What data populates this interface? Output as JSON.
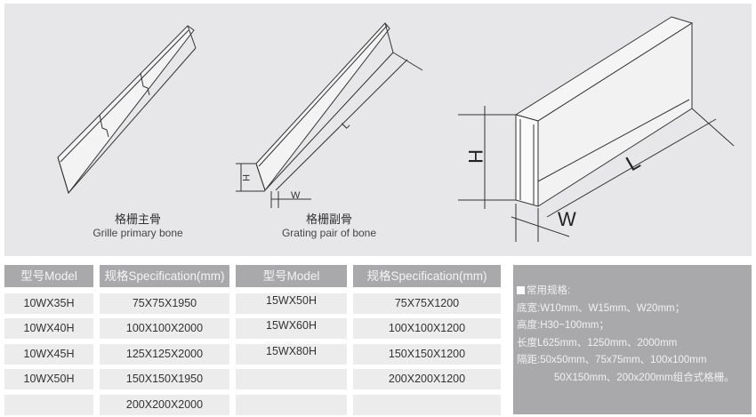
{
  "figures": [
    {
      "cn": "格栅主骨",
      "en": "Grille primary bone"
    },
    {
      "cn": "格栅副骨",
      "en": "Grating pair of bone",
      "dims": {
        "h": "H",
        "w": "W",
        "l": "L"
      }
    },
    {
      "dims": {
        "h": "H",
        "w": "W",
        "l": "L"
      }
    }
  ],
  "table1": {
    "headers": [
      "型号Model",
      "规格Specification(mm)"
    ],
    "rows": [
      [
        "10WX35H",
        "75X75X1950"
      ],
      [
        "10WX40H",
        "100X100X2000"
      ],
      [
        "10WX45H",
        "125X125X2000"
      ],
      [
        "10WX50H",
        "150X150X1950"
      ],
      [
        "",
        "200X200X2000"
      ]
    ]
  },
  "table2": {
    "headers": [
      "型号Model",
      "规格Specification(mm)"
    ],
    "rows": [
      [
        "15WX50H",
        "75X75X1200"
      ],
      [
        "15WX60H",
        "100X100X1200"
      ],
      [
        "15WX80H",
        "150X150X1200"
      ],
      [
        "",
        "200X200X1200"
      ],
      [
        "",
        ""
      ]
    ]
  },
  "info": {
    "title": "常用规格:",
    "lines": [
      "底宽:W10mm、W15mm、W20mm；",
      "高度:H30~100mm；",
      "长度L625mm、1250mm、2000mm",
      "隔距:50x50mm、75x75mm、100x100mm",
      "50X150mm、200x200mm组合式格栅。"
    ]
  }
}
